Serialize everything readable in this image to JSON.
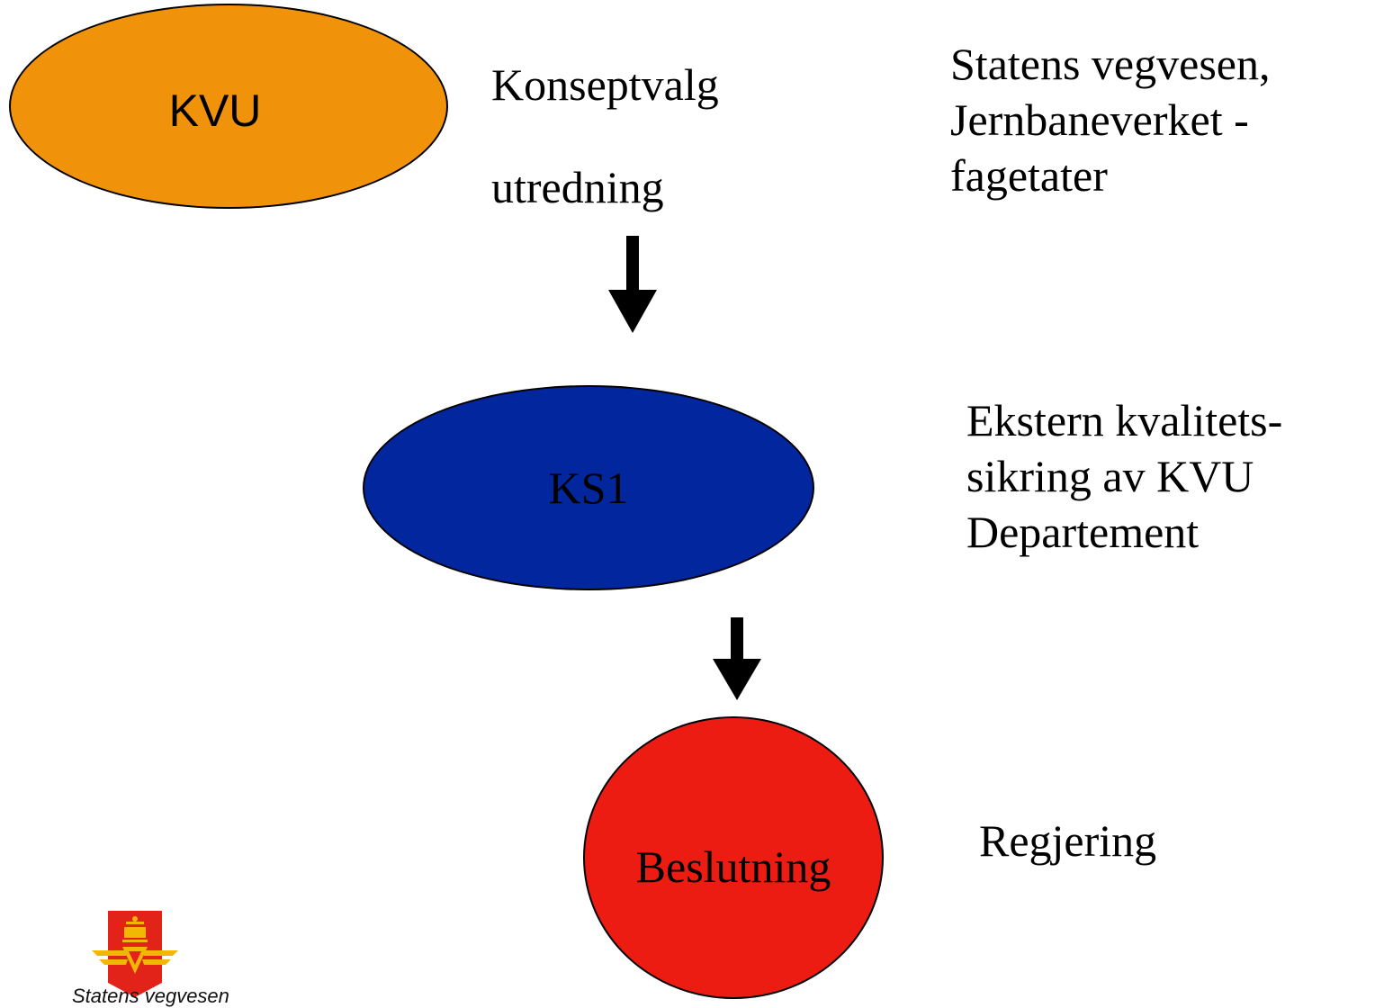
{
  "nodes": {
    "kvu": {
      "label": "KVU",
      "color": "#f0920a"
    },
    "ks1": {
      "label": "KS1",
      "color": "#02269d"
    },
    "beslutning": {
      "label": "Beslutning",
      "color": "#ec1c12"
    }
  },
  "kvu_description": {
    "line1": "Konseptvalg",
    "line2": "utredning"
  },
  "kvu_responsible": {
    "line1": "Statens vegvesen,",
    "line2": "Jernbaneverket -",
    "line3": "fagetater"
  },
  "ks1_description": {
    "line1": "Ekstern kvalitets-",
    "line2": "sikring av KVU",
    "line3": "Departement"
  },
  "beslutning_responsible": "Regjering",
  "logo": {
    "text": "Statens vegvesen",
    "colors": {
      "shield": "#e2231a",
      "emblem": "#f2b705"
    }
  },
  "arrow_color": "#000000"
}
